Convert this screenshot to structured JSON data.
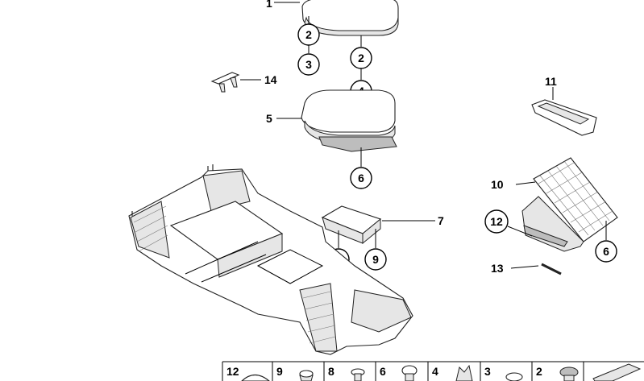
{
  "callouts": {
    "c1": "1",
    "c2a": "2",
    "c3": "3",
    "c2b": "2",
    "c4": "4",
    "c5": "5",
    "c6a": "6",
    "c14": "14",
    "c11": "11",
    "c10": "10",
    "c12": "12",
    "c6b": "6",
    "c13": "13",
    "c7": "7",
    "c8": "8",
    "c9": "9"
  },
  "legend": [
    {
      "num": "12"
    },
    {
      "num": "9"
    },
    {
      "num": "8"
    },
    {
      "num": "6"
    },
    {
      "num": "4"
    },
    {
      "num": "3"
    },
    {
      "num": "2"
    }
  ]
}
